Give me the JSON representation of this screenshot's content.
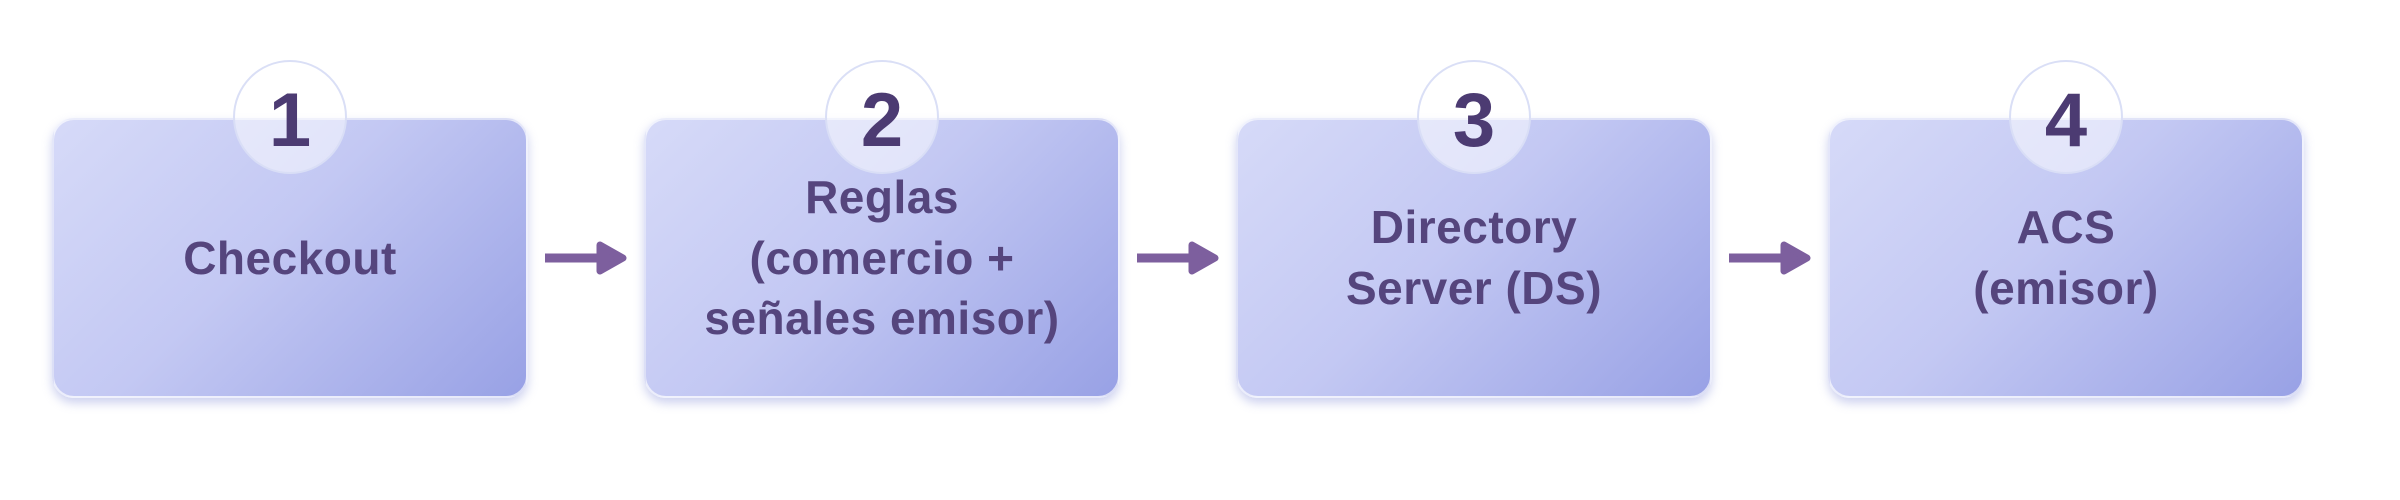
{
  "flow": {
    "steps": [
      {
        "number": "1",
        "lines": [
          "Checkout"
        ]
      },
      {
        "number": "2",
        "lines": [
          "Reglas",
          "(comercio +",
          "señales emisor)"
        ]
      },
      {
        "number": "3",
        "lines": [
          "Directory",
          "Server (DS)"
        ]
      },
      {
        "number": "4",
        "lines": [
          "ACS",
          "(emisor)"
        ]
      }
    ],
    "colors": {
      "background": "#ffffff",
      "box_gradient_start": "#d6daf8",
      "box_gradient_end": "#98a1e5",
      "box_border": "#ffffff",
      "label_text": "#55457d",
      "number_text": "#4c3b72",
      "arrow": "#7d5f9e",
      "badge_fill": "rgba(255,255,255,0.5)",
      "badge_border": "#d8ddf5"
    }
  }
}
